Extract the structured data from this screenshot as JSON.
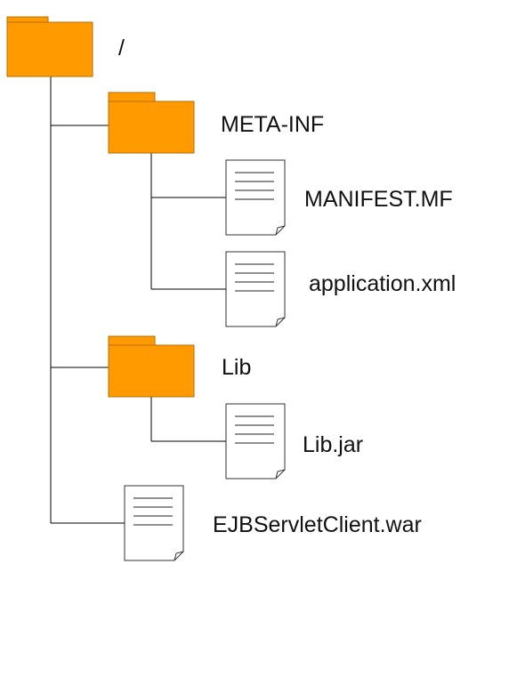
{
  "root": {
    "label": "/",
    "icon": "folder-icon"
  },
  "items": [
    {
      "id": "meta-inf",
      "label": "META-INF",
      "icon": "folder-icon",
      "children": [
        {
          "id": "manifest",
          "label": "MANIFEST.MF",
          "icon": "file-icon"
        },
        {
          "id": "application-xml",
          "label": "application.xml",
          "icon": "file-icon"
        }
      ]
    },
    {
      "id": "lib",
      "label": "Lib",
      "icon": "folder-icon",
      "children": [
        {
          "id": "lib-jar",
          "label": "Lib.jar",
          "icon": "file-icon"
        }
      ]
    },
    {
      "id": "ejbservletclient-war",
      "label": "EJBServletClient.war",
      "icon": "file-icon"
    }
  ],
  "colors": {
    "folder_fill": "#FF9B00",
    "folder_stroke": "#B86E00",
    "file_fill": "#FFFFFF",
    "file_stroke": "#333333",
    "connector": "#000000",
    "text": "#111111"
  }
}
